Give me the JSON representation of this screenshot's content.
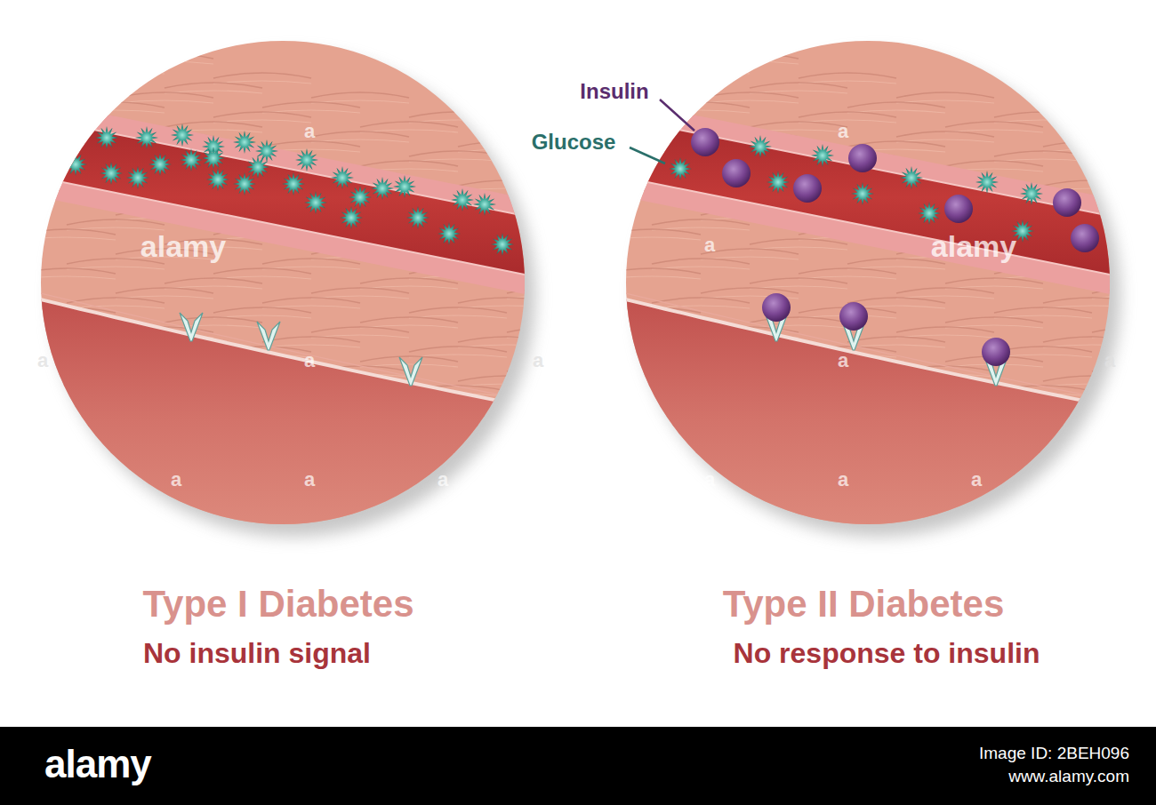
{
  "diagram": {
    "labels": [
      "Insulin",
      "Glucose",
      "alamy",
      "alamy",
      "a",
      "a",
      "a",
      "a",
      "a",
      "a",
      "a",
      "a",
      "a",
      "a",
      "a",
      "a",
      "a",
      "a",
      "Type I Diabetes",
      "No insulin signal",
      "Type II Diabetes",
      "No response to insulin",
      "alamy",
      "Image ID: 2BEH096",
      "www.alamy.com"
    ]
  }
}
